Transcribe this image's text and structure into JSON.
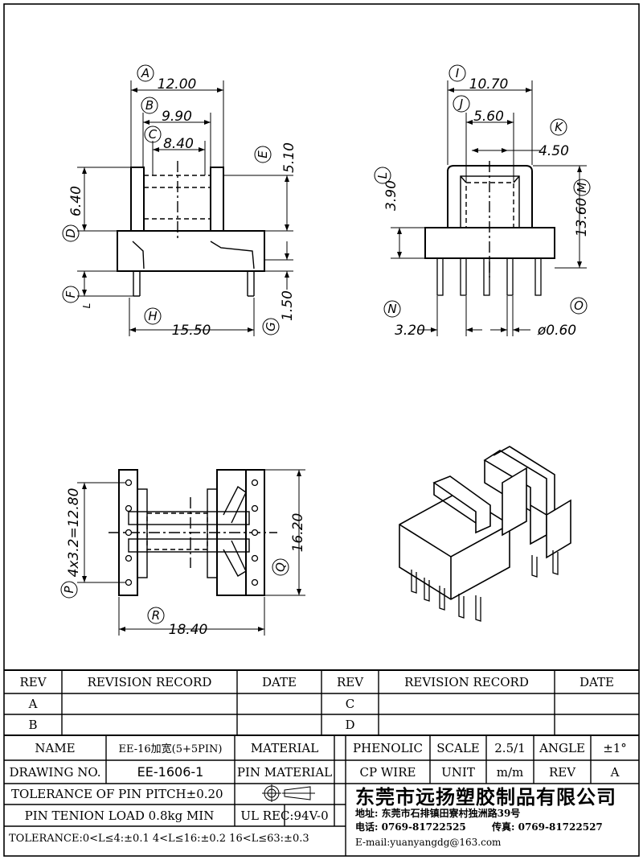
{
  "dimensions": {
    "A": "A",
    "B": "B",
    "C": "C",
    "D": "D",
    "E": "E",
    "F": "F",
    "G": "G",
    "H": "H",
    "I": "I",
    "J": "J",
    "K": "K",
    "L": "L",
    "M": "M",
    "N": "N",
    "O": "O",
    "P": "P",
    "Q": "Q",
    "R": "R",
    "a_val": "12.00",
    "b_val": "9.90",
    "c_val": "8.40",
    "d_val": "6.40",
    "e_val": "5.10",
    "f_val": "L",
    "g_val": "1.50",
    "h_val": "15.50",
    "i_val": "10.70",
    "j_val": "5.60",
    "k_val": "4.50",
    "l_val": "3.90",
    "m_val": "13.60",
    "n_val": "3.20",
    "o_val": "ø0.60",
    "p_val": "4x3.2=12.80",
    "q_val": "16.20",
    "r_val": "18.40"
  },
  "revision_table": {
    "headers": [
      "REV",
      "REVISION RECORD",
      "DATE",
      "REV",
      "REVISION RECORD",
      "DATE"
    ],
    "rows": [
      [
        "A",
        "",
        "",
        "C",
        "",
        ""
      ],
      [
        "B",
        "",
        "",
        "D",
        "",
        ""
      ]
    ]
  },
  "title_block": {
    "name_label": "NAME",
    "name_value": "EE-16加宽(5+5PIN)",
    "material_label": "MATERIAL",
    "material_value": "PHENOLIC",
    "scale_label": "SCALE",
    "scale_value": "2.5/1",
    "angle_label": "ANGLE",
    "angle_value": "±1°",
    "drawing_no_label": "DRAWING NO.",
    "drawing_no_value": "EE-1606-1",
    "pin_material_label": "PIN MATERIAL",
    "pin_material_value": "CP WIRE",
    "unit_label": "UNIT",
    "unit_value": "m/m",
    "rev_label": "REV",
    "rev_value": "A",
    "tolerance_pitch": "TOLERANCE OF PIN PITCH±0.20",
    "pin_load": "PIN TENION LOAD 0.8kg MIN",
    "ul_rec": "UL REC:94V-0",
    "tolerance": "TOLERANCE:0<L≤4:±0.1  4<L≤16:±0.2  16<L≤63:±0.3",
    "company": "东莞市远扬塑胶制品有限公司",
    "address": "地址: 东莞市石排镇田寮村独洲路39号",
    "phone": "电话: 0769-81722525",
    "fax": "传真: 0769-81722527",
    "email": "E-mail:yuanyangdg@163.com"
  }
}
